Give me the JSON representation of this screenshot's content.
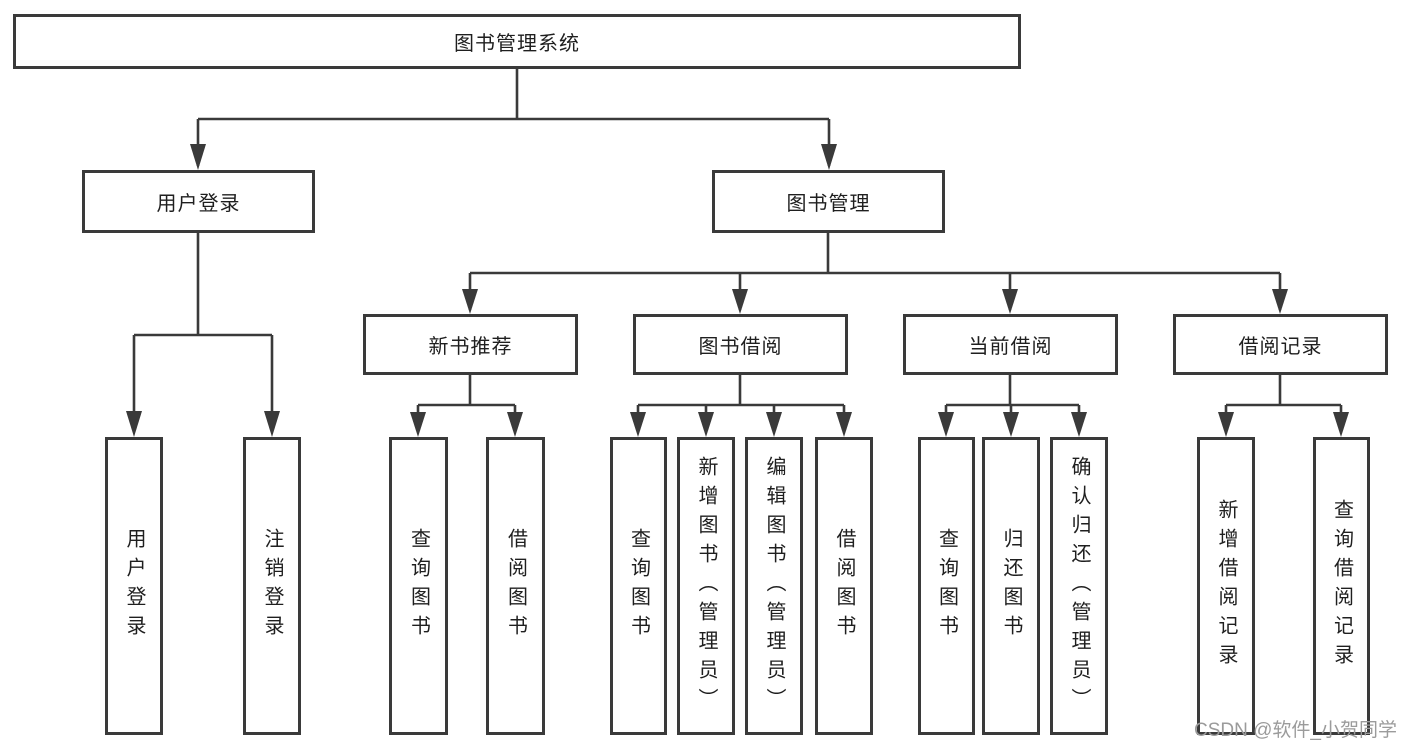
{
  "tree": {
    "root": {
      "label": "图书管理系统"
    },
    "children": [
      {
        "label": "用户登录",
        "children": [
          {
            "label": "用户登录"
          },
          {
            "label": "注销登录"
          }
        ]
      },
      {
        "label": "图书管理",
        "children": [
          {
            "label": "新书推荐",
            "children": [
              {
                "label": "查询图书"
              },
              {
                "label": "借阅图书"
              }
            ]
          },
          {
            "label": "图书借阅",
            "children": [
              {
                "label": "查询图书"
              },
              {
                "label": "新增图书（管理员）"
              },
              {
                "label": "编辑图书（管理员）"
              },
              {
                "label": "借阅图书"
              }
            ]
          },
          {
            "label": "当前借阅",
            "children": [
              {
                "label": "查询图书"
              },
              {
                "label": "归还图书"
              },
              {
                "label": "确认归还（管理员）"
              }
            ]
          },
          {
            "label": "借阅记录",
            "children": [
              {
                "label": "新增借阅记录"
              },
              {
                "label": "查询借阅记录"
              }
            ]
          }
        ]
      }
    ]
  },
  "watermark": {
    "text": "CSDN @软件_小贺同学"
  },
  "colors": {
    "line": "#3a3a3a",
    "text": "#1f1f1f",
    "watermark": "#9b9b9b",
    "background": "#ffffff"
  }
}
